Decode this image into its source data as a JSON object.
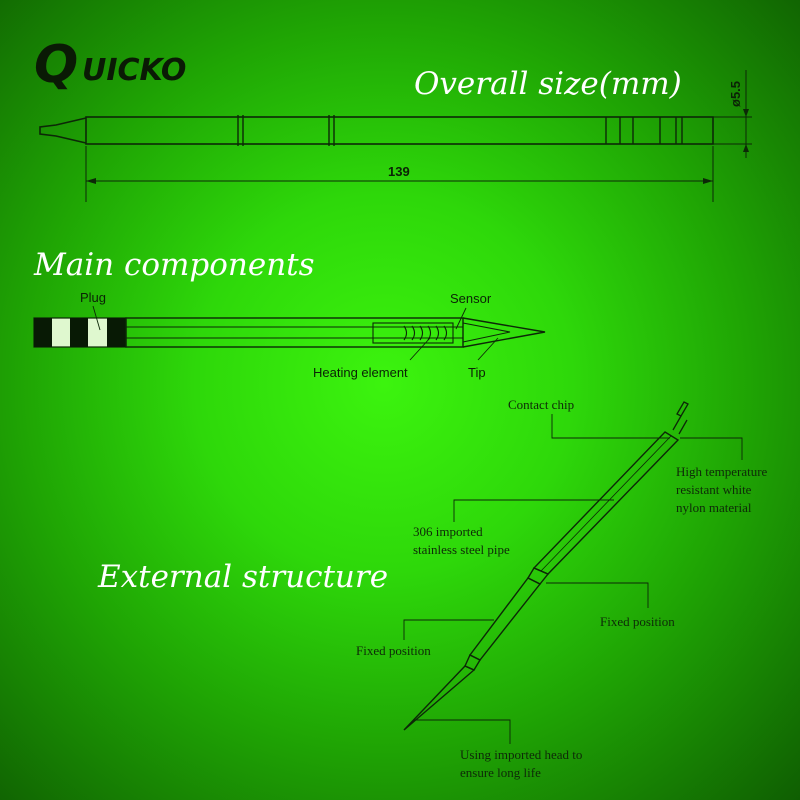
{
  "brand": {
    "logo_first": "Q",
    "logo_rest": "UICKO"
  },
  "sections": {
    "overall_size": "Overall size(mm)",
    "main_components": "Main components",
    "external_structure": "External structure"
  },
  "dimensions": {
    "length": "139",
    "diameter": "ø5.5"
  },
  "components": {
    "plug": "Plug",
    "sensor": "Sensor",
    "heating_element": "Heating element",
    "tip": "Tip"
  },
  "callouts": {
    "contact_chip": "Contact chip",
    "nylon_line1": "High temperature",
    "nylon_line2": "resistant white",
    "nylon_line3": "nylon material",
    "pipe_line1": "306 imported",
    "pipe_line2": "stainless steel pipe",
    "fixed_right": "Fixed position",
    "fixed_left": "Fixed position",
    "head_line1": "Using imported head to",
    "head_line2": "ensure long life"
  },
  "colors": {
    "background": "#2ed80a",
    "line": "#0c2807",
    "title": "#ffffff"
  }
}
